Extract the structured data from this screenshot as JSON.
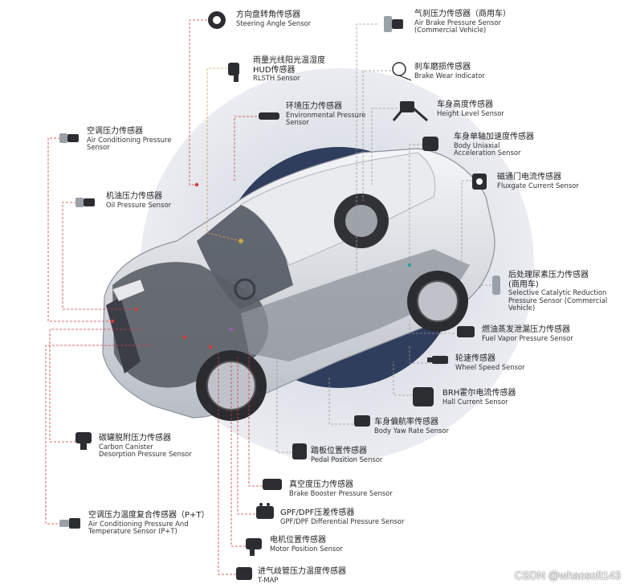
{
  "colors": {
    "halo_outer": "#d9dee6",
    "halo_inner": "#b9c2cf",
    "navy_disc": "#2f3e5c",
    "leader_red": "#d23a3a",
    "leader_gray": "#9a9a9a",
    "leader_gold": "#c9a44a",
    "car_silver": "#dfe2e7",
    "sensor_dark": "#2b2d31"
  },
  "sensors": [
    {
      "id": "steering-angle",
      "zh": "方向盘转角传感器",
      "en": "Steering Angle Sensor",
      "icon": "ring-sensor-icon"
    },
    {
      "id": "air-brake-pressure",
      "zh": "气刹压力传感器（商用车）",
      "en": "Air Brake Pressure Sensor\n(Commercial Vehicle)",
      "icon": "pressure-sensor-icon"
    },
    {
      "id": "hud-rlsth",
      "zh": "雨量光线阳光温湿度\nHUD传感器",
      "en": "RLSTH Sensor",
      "icon": "hud-sensor-icon"
    },
    {
      "id": "brake-wear",
      "zh": "刹车磨损传感器",
      "en": "Brake Wear Indicator",
      "icon": "wire-loop-icon"
    },
    {
      "id": "environmental-pressure",
      "zh": "环境压力传感器",
      "en": "Environmental Pressure\nSensor",
      "icon": "env-sensor-icon"
    },
    {
      "id": "height-level",
      "zh": "车身高度传感器",
      "en": "Height Level Sensor",
      "icon": "arm-sensor-icon"
    },
    {
      "id": "ac-pressure",
      "zh": "空调压力传感器",
      "en": "Air Conditioning Pressure\nSensor",
      "icon": "pressure-sensor-icon"
    },
    {
      "id": "body-uniaxial-accel",
      "zh": "车身单轴加速度传感器",
      "en": "Body Uniaxial\nAcceleration Sensor",
      "icon": "block-sensor-icon"
    },
    {
      "id": "fluxgate-current",
      "zh": "磁通门电流传感器",
      "en": "Fluxgate Current Sensor",
      "icon": "current-sensor-icon"
    },
    {
      "id": "oil-pressure",
      "zh": "机油压力传感器",
      "en": "Oil Pressure Sensor",
      "icon": "pressure-sensor-icon"
    },
    {
      "id": "scr-pressure",
      "zh": "后处理尿素压力传感器\n(商用车)",
      "en": "Selective Catalytic Reduction\nPressure Sensor (Commercial Vehicle)",
      "icon": "cylinder-sensor-icon"
    },
    {
      "id": "fuel-vapor-pressure",
      "zh": "燃油蒸发泄漏压力传感器",
      "en": "Fuel Vapor Pressure Sensor",
      "icon": "block-sensor-icon"
    },
    {
      "id": "wheel-speed",
      "zh": "轮速传感器",
      "en": "Wheel Speed Sensor",
      "icon": "probe-sensor-icon"
    },
    {
      "id": "hall-current",
      "zh": "BRH霍尔电流传感器",
      "en": "Hall Current Sensor",
      "icon": "current-sensor-icon"
    },
    {
      "id": "body-yaw-rate",
      "zh": "车身偏航率传感器",
      "en": "Body Yaw Rate Sensor",
      "icon": "block-sensor-icon"
    },
    {
      "id": "carbon-canister",
      "zh": "碳罐脱附压力传感器",
      "en": "Carbon Canister\nDesorption Pressure Sensor",
      "icon": "block-sensor-icon"
    },
    {
      "id": "pedal-position",
      "zh": "踏板位置传感器",
      "en": "Pedal Position Sensor",
      "icon": "block-sensor-icon"
    },
    {
      "id": "brake-booster",
      "zh": "真空度压力传感器",
      "en": "Brake Booster Pressure Sensor",
      "icon": "block-sensor-icon"
    },
    {
      "id": "ac-pressure-temp",
      "zh": "空调压力温度复合传感器（P+T）",
      "en": "Air Conditioning Pressure And\nTemperature  Sensor (P+T)",
      "icon": "pressure-sensor-icon"
    },
    {
      "id": "gpf-dpf-diff",
      "zh": "GPF/DPF压差传感器",
      "en": "GPF/DPF Differential Pressure Sensor",
      "icon": "diff-sensor-icon"
    },
    {
      "id": "motor-position",
      "zh": "电机位置传感器",
      "en": "Motor Position Sensor",
      "icon": "probe-sensor-icon"
    },
    {
      "id": "t-map",
      "zh": "进气歧管压力温度传感器",
      "en": "T-MAP",
      "icon": "block-sensor-icon"
    }
  ],
  "watermark": "CSDN @whaosoft143"
}
